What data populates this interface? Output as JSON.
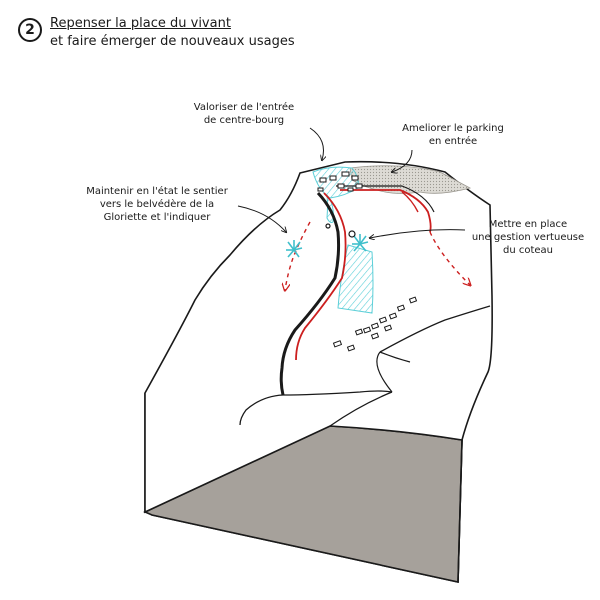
{
  "header": {
    "step_number": "2",
    "title_line1": "Repenser la place du vivant",
    "title_line2": "et faire émerger de nouveaux usages"
  },
  "annotations": {
    "entree": {
      "line1": "Valoriser de l'entrée",
      "line2": "de centre-bourg"
    },
    "parking": {
      "line1": "Ameliorer le parking",
      "line2": "en entrée"
    },
    "sentier": {
      "line1": "Maintenir en l'état le sentier",
      "line2": "vers le belvédère de la",
      "line3": "Gloriette et l'indiquer"
    },
    "coteau": {
      "line1": "Mettre en place",
      "line2": "une gestion vertueuse",
      "line3": "du coteau"
    }
  },
  "colors": {
    "block_side": "#a6a19b",
    "outline": "#1a1a1a",
    "road_red": "#cc1f1f",
    "cyan": "#5ccfd8",
    "parking_grey": "#d8d6d0"
  }
}
